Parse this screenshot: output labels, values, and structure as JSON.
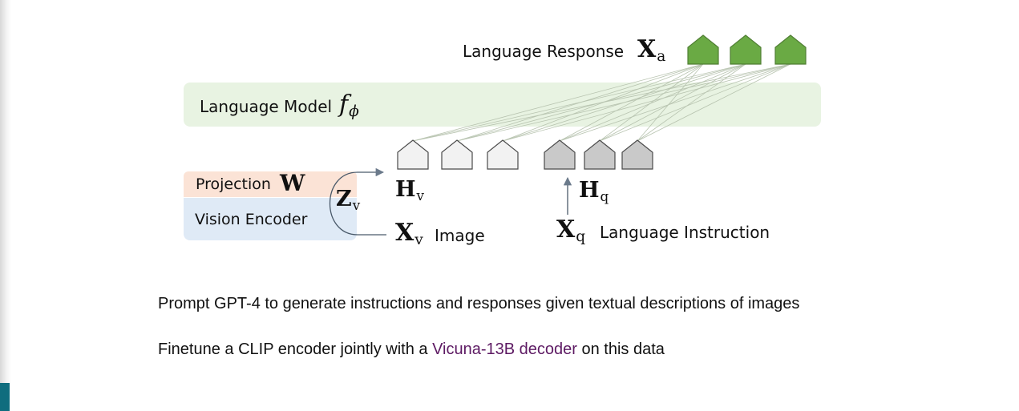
{
  "diagram": {
    "language_response": {
      "label": "Language Response",
      "symbol": "X",
      "subscript": "a"
    },
    "language_model": {
      "label": "Language Model",
      "symbol": "f",
      "subscript": "ϕ"
    },
    "projection": {
      "label": "Projection",
      "symbol": "W"
    },
    "vision_encoder": {
      "label": "Vision Encoder"
    },
    "z_v": {
      "symbol": "Z",
      "subscript": "v"
    },
    "h_v": {
      "symbol": "H",
      "subscript": "v"
    },
    "h_q": {
      "symbol": "H",
      "subscript": "q"
    },
    "x_v": {
      "symbol": "X",
      "subscript": "v",
      "label": "Image"
    },
    "x_q": {
      "symbol": "X",
      "subscript": "q",
      "label": "Language Instruction"
    },
    "colors": {
      "response_token": "#6aaa44",
      "image_token": "#f2f2f2",
      "instruction_token": "#c9c9c9",
      "lm_band": "#e8f3e2",
      "projection_band": "#fbe3d6",
      "vision_band": "#dfeaf6",
      "arrow": "#6b7a8b"
    }
  },
  "text": {
    "line1": "Prompt GPT-4 to generate instructions and responses given textual descriptions of images",
    "line2_before": "Finetune a CLIP encoder jointly with a ",
    "line2_highlight": "Vicuna-13B decoder",
    "line2_after": " on this data",
    "highlight_color": "#5d1a63"
  }
}
